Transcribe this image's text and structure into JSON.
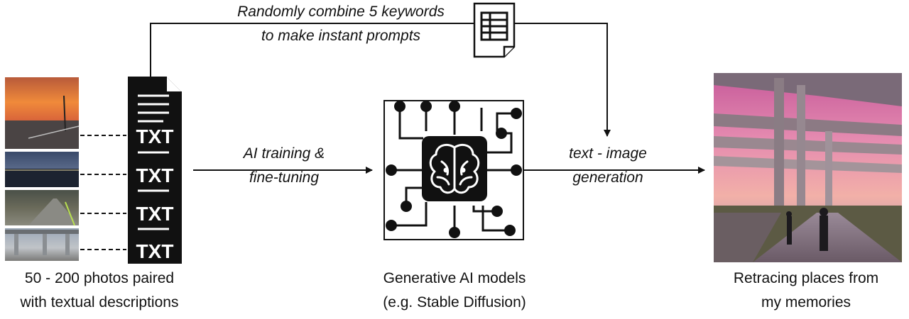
{
  "prompt_label": {
    "line1": "Randomly combine 5 keywords",
    "line2": "to make instant prompts"
  },
  "training_label": {
    "line1": "AI training &",
    "line2": "fine-tuning"
  },
  "generation_label": {
    "line1": "text - image",
    "line2": "generation"
  },
  "dataset_caption": {
    "line1": "50 - 200 photos paired",
    "line2": "with textual descriptions"
  },
  "model_caption": {
    "line1": "Generative AI models",
    "line2": "(e.g. Stable Diffusion)"
  },
  "output_caption": {
    "line1": "Retracing places from",
    "line2": "my memories"
  },
  "txt_tags": [
    "TXT",
    "TXT",
    "TXT",
    "TXT"
  ],
  "icons": {
    "document": "document-icon",
    "spreadsheet": "spreadsheet-icon",
    "chip": "ai-chip-icon",
    "brain": "brain-icon"
  },
  "colors": {
    "ink": "#111111",
    "sunset_orange": "#e9733a",
    "sky_pink": "#d889b0",
    "night_blue": "#2a3348"
  }
}
